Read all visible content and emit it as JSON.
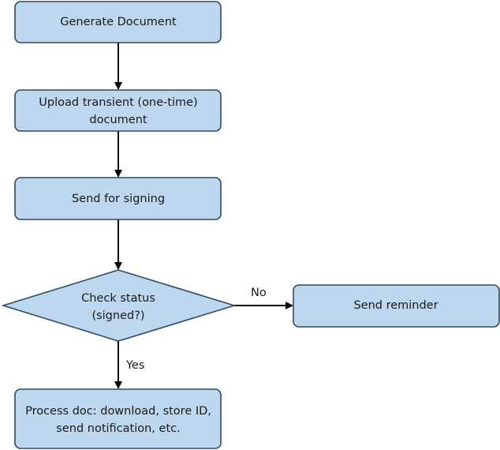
{
  "diagram": {
    "nodes": {
      "generate": {
        "lines": [
          "Generate Document"
        ]
      },
      "upload": {
        "lines": [
          "Upload transient (one-time)",
          "document"
        ]
      },
      "send": {
        "lines": [
          "Send for signing"
        ]
      },
      "check": {
        "lines": [
          "Check status",
          "(signed?)"
        ]
      },
      "reminder": {
        "lines": [
          "Send reminder"
        ]
      },
      "process": {
        "lines": [
          "Process doc: download, store ID,",
          "send notification, etc."
        ]
      }
    },
    "edges": {
      "no_label": "No",
      "yes_label": "Yes"
    },
    "colors": {
      "node_fill": "#bdd7ee",
      "node_stroke": "#2f4a63",
      "connector": "#000000"
    }
  }
}
